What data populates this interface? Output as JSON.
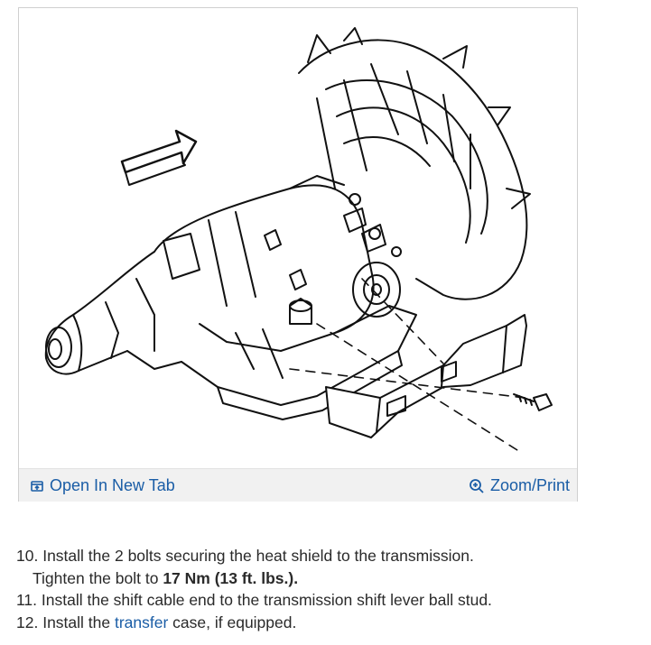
{
  "figure": {
    "toolbar": {
      "open_new_tab_label": "Open In New Tab",
      "zoom_print_label": "Zoom/Print",
      "link_color": "#1a5da6"
    },
    "icons": [
      "open-new-tab-icon",
      "zoom-icon"
    ]
  },
  "steps": {
    "step10": {
      "number": "10.",
      "text": "Install the 2 bolts securing the heat shield to the transmission.",
      "sub_prefix": "Tighten the bolt to ",
      "torque": "17 Nm (13 ft. lbs.)."
    },
    "step11": {
      "number": "11.",
      "text": "Install the shift cable end to the transmission shift lever ball stud."
    },
    "step12": {
      "number": "12.",
      "prefix": "Install the ",
      "link": "transfer",
      "suffix": " case, if equipped."
    }
  }
}
